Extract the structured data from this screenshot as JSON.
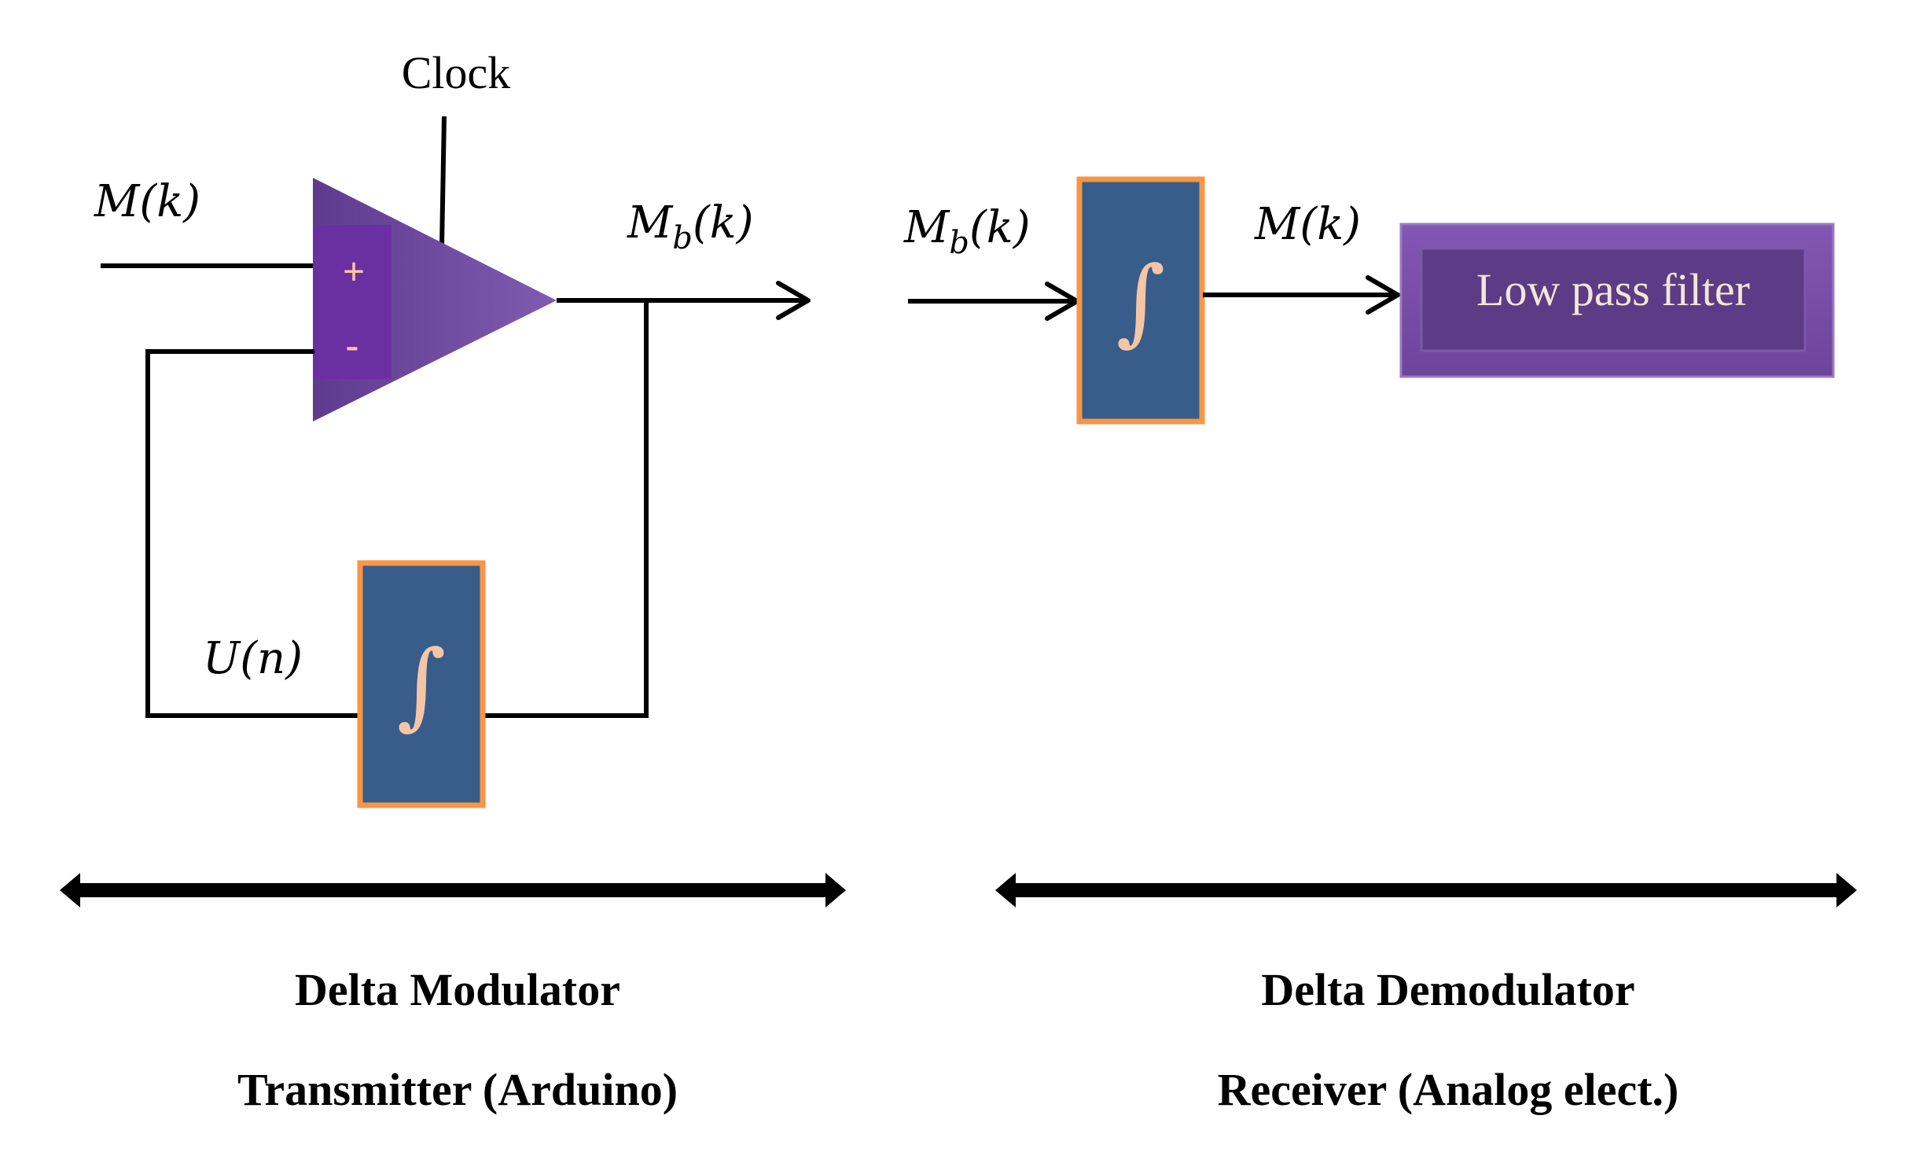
{
  "labels": {
    "clock": "Clock",
    "input_signal": "M(k)",
    "mod_output": "M",
    "mod_output_sub": "b",
    "mod_output_arg": "(k)",
    "demod_input": "M",
    "demod_input_sub": "b",
    "demod_input_arg": "(k)",
    "demod_integrator_output": "M(k)",
    "feedback": "U(n)",
    "plus": "+",
    "minus": "-",
    "integral_symbol": "∫",
    "low_pass_filter": "Low pass filter"
  },
  "sections": {
    "left": {
      "title": "Delta Modulator",
      "subtitle": "Transmitter (Arduino)"
    },
    "right": {
      "title": "Delta Demodulator",
      "subtitle": "Receiver (Analog elect.)"
    }
  },
  "colors": {
    "comparator_fill": "#7a55a8",
    "comparator_inputs_box": "#6a2fa0",
    "integrator_fill": "#385d8a",
    "integrator_border": "#f79646",
    "integral_glyph": "#f5c6a5",
    "plus_minus": "#f5c6a5",
    "filter_outer": "#7b4fa6",
    "filter_inner": "#5e3b86",
    "filter_text": "#f3e6d6"
  }
}
